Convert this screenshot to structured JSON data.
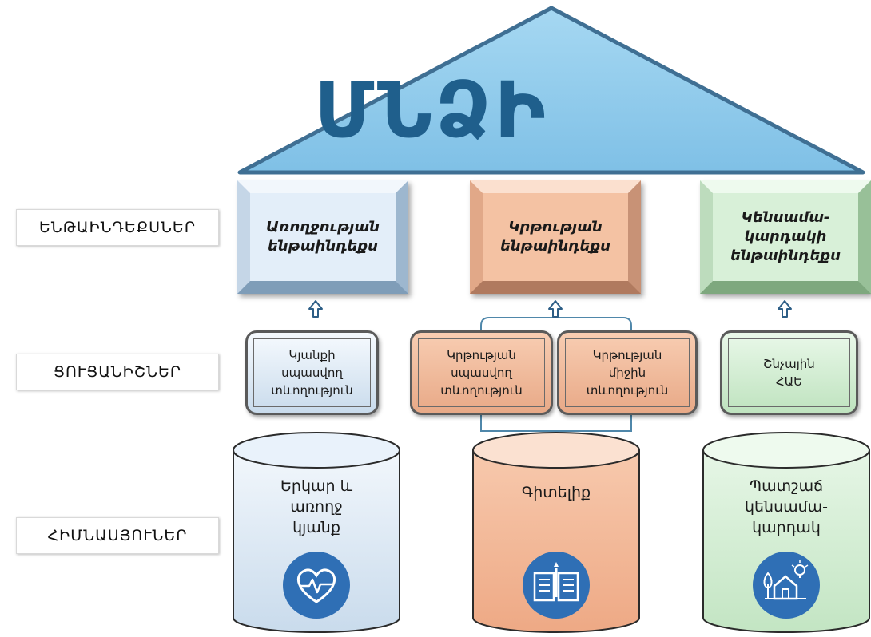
{
  "roof": {
    "title": "ՄՆՁԻ"
  },
  "side_labels": {
    "subindices": "ԵՆԹԱԻՆԴԵՔՍՆԵՐ",
    "indicators": "ՑՈՒՑԱՆԻՇՆԵՐ",
    "foundations": "ՀԻՄՆԱՍՅՈՒՆԵՐ"
  },
  "subindices": {
    "health": "Առողջության\nենթաինդեքս",
    "education": "Կրթության\nենթաինդեքս",
    "living": "Կենսամա-\nկարդակի\nենթաինդեքս"
  },
  "indicators": {
    "life_expectancy": "Կյանքի\nսպասվող\nտևողություն",
    "expected_schooling": "Կրթության\nսպասվող\nտևողություն",
    "mean_schooling": "Կրթության\nմիջին\nտևողություն",
    "gni": "Շնչային\nՀԱԵ"
  },
  "foundations": {
    "health": "Երկար և\nառողջ\nկյանք",
    "knowledge": "Գիտելիք",
    "living": "Պատշաճ\nկենսամա-\nկարդակ"
  },
  "icons": {
    "health": "heart-pulse-icon",
    "knowledge": "open-book-icon",
    "living": "house-tree-bulb-icon"
  },
  "colors": {
    "roof": "#8cc9ea",
    "roof_text": "#1f5f8c",
    "health": "#e3eef9",
    "education": "#f4c2a3",
    "living": "#d8f0d8",
    "icon_circle": "#2f6fb5"
  }
}
